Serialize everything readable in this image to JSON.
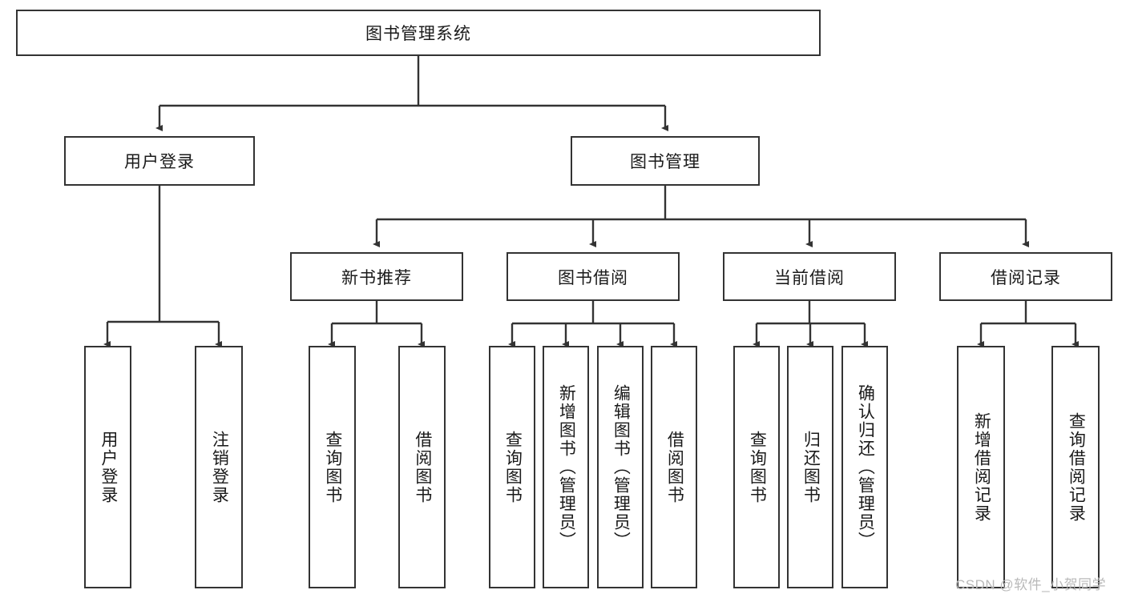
{
  "diagram": {
    "title_node": {
      "label": "图书管理系统"
    },
    "level2": [
      {
        "id": "user-login",
        "label": "用户登录"
      },
      {
        "id": "book-manage",
        "label": "图书管理"
      }
    ],
    "level3": [
      {
        "id": "new-book-recommend",
        "label": "新书推荐"
      },
      {
        "id": "book-borrow",
        "label": "图书借阅"
      },
      {
        "id": "current-borrow",
        "label": "当前借阅"
      },
      {
        "id": "borrow-record",
        "label": "借阅记录"
      }
    ],
    "leaves": [
      {
        "id": "leaf-user-login",
        "label": "用户登录"
      },
      {
        "id": "leaf-logout-login",
        "label": "注销登录"
      },
      {
        "id": "leaf-query-book-1",
        "label": "查询图书"
      },
      {
        "id": "leaf-borrow-book-1",
        "label": "借阅图书"
      },
      {
        "id": "leaf-query-book-2",
        "label": "查询图书"
      },
      {
        "id": "leaf-add-book",
        "label": "新增图书（管理员）"
      },
      {
        "id": "leaf-edit-book",
        "label": "编辑图书（管理员）"
      },
      {
        "id": "leaf-borrow-book-2",
        "label": "借阅图书"
      },
      {
        "id": "leaf-query-book-3",
        "label": "查询图书"
      },
      {
        "id": "leaf-return-book",
        "label": "归还图书"
      },
      {
        "id": "leaf-confirm-return",
        "label": "确认归还（管理员）"
      },
      {
        "id": "leaf-add-record",
        "label": "新增借阅记录"
      },
      {
        "id": "leaf-query-record",
        "label": "查询借阅记录"
      }
    ],
    "watermark": "CSDN @软件_小贺同学",
    "colors": {
      "stroke": "#333333",
      "background": "#ffffff",
      "text": "#1a1a1a",
      "watermark": "#b9b9b9"
    }
  }
}
